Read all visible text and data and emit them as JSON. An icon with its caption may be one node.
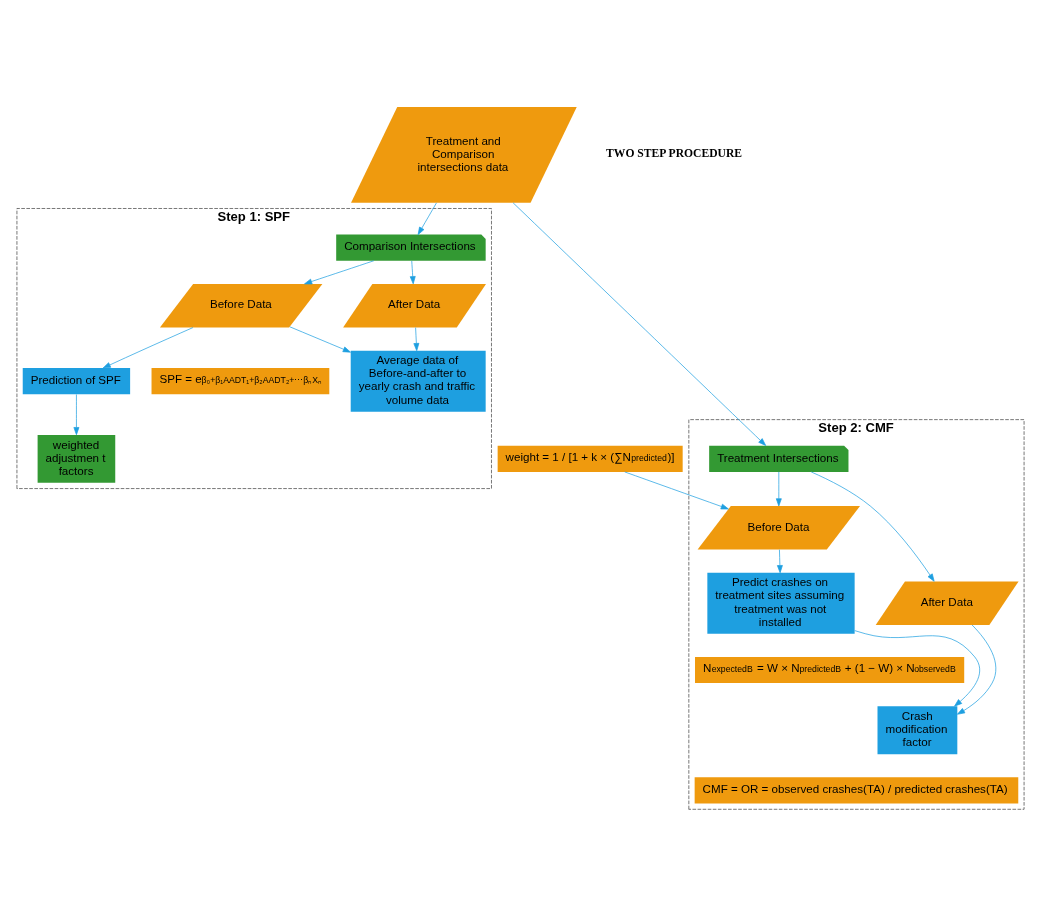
{
  "diagram": {
    "nodes": [
      {
        "text": [
          "Treatment and Comparison intersections data"
        ]
      },
      {
        "text": [
          "Step 1: SPF"
        ]
      },
      {
        "text": [
          "Comparison Intersections"
        ],
        "in": 1
      },
      {
        "text": [
          "Before Data"
        ],
        "in": 1
      },
      {
        "text": [
          "After Data"
        ],
        "in": 1
      },
      {
        "text": [
          "Average data of Before-and-after to yearly crash and traffic volume data"
        ],
        "in": 1
      },
      {
        "text": [
          "Prediction of SPF"
        ],
        "in": 1
      },
      {
        "text": [
          "SPF = e$^{β₀+β₁AADT₁+β₂AADT₂+⋯βₙXₙ}$"
        ],
        "in": 1
      },
      {
        "text": [
          "weighted adjustmen t factors"
        ],
        "in": 1
      },
      {
        "text": [
          "weight = 1 / [1 + k × (∑N$_{predicted}$)]"
        ]
      },
      {
        "text": [
          "Step 2: CMF"
        ]
      },
      {
        "text": [
          "Treatment Intersections"
        ],
        "in": 10
      },
      {
        "text": [
          "Before Data"
        ],
        "in": 10
      },
      {
        "text": [
          "After Data"
        ],
        "in": 10
      },
      {
        "text": [
          "Predict crashes on treatment sites assuming treatment was not installed"
        ],
        "in": 10
      },
      {
        "text": [
          "N$_{expectedB}$ = W × N$_{predictedB}$ + (1 − W) × N$_{observedB}$"
        ],
        "in": 10
      },
      {
        "text": [
          "Crash modification factor"
        ],
        "in": 10
      },
      {
        "text": [
          "CMF = OR = observed crashes(TA) / predicted crashes(TA)"
        ],
        "in": 10
      }
    ],
    "edges": [
      {
        "from": 0,
        "to": 2,
        "arrow": "to"
      },
      {
        "from": 0,
        "to": 11,
        "arrow": "to"
      },
      {
        "from": 2,
        "to": 3,
        "arrow": "to"
      },
      {
        "from": 2,
        "to": 4,
        "arrow": "to"
      },
      {
        "from": 3,
        "to": 5,
        "arrow": "to"
      },
      {
        "from": 4,
        "to": 5,
        "arrow": "to"
      },
      {
        "from": 3,
        "to": 6,
        "arrow": "to"
      },
      {
        "from": 6,
        "to": 8,
        "arrow": "to"
      },
      {
        "from": 9,
        "to": 12,
        "arrow": "to"
      },
      {
        "from": 11,
        "to": 12,
        "arrow": "to"
      },
      {
        "from": 11,
        "to": 13,
        "arrow": "to"
      },
      {
        "from": 12,
        "to": 14,
        "arrow": "to"
      },
      {
        "from": 14,
        "to": 16,
        "arrow": "to"
      },
      {
        "from": 13,
        "to": 16,
        "arrow": "to"
      }
    ],
    "labels": [
      "TWO STEP PROCEDURE"
    ]
  }
}
